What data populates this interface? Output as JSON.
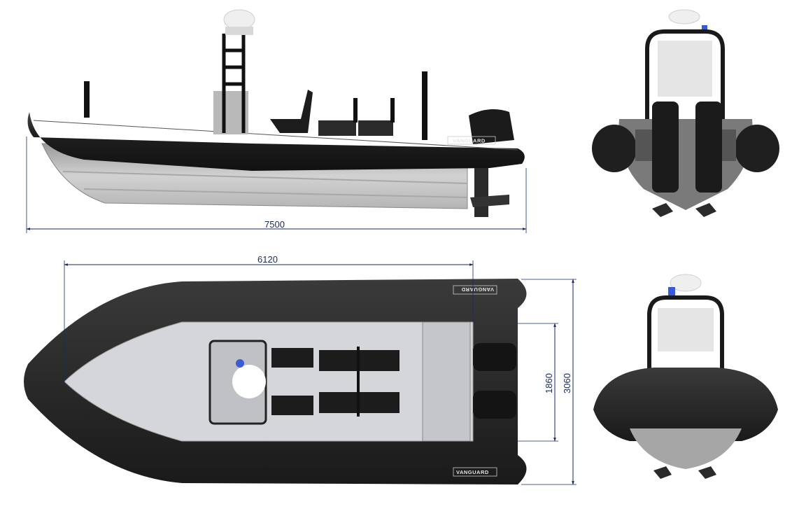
{
  "dimensions": {
    "overall_length": "7500",
    "inner_length": "6120",
    "inner_beam": "1860",
    "overall_beam": "3060"
  },
  "brand": {
    "name": "VANGUARD"
  },
  "colors": {
    "tube": "#222222",
    "tube_highlight": "#3a3a3a",
    "hull": "#c8c8c8",
    "deck": "#d4d6d9",
    "dimension_line": "#1a2a6c",
    "dome": "#efefef",
    "blue_light": "#3a5bd8"
  }
}
